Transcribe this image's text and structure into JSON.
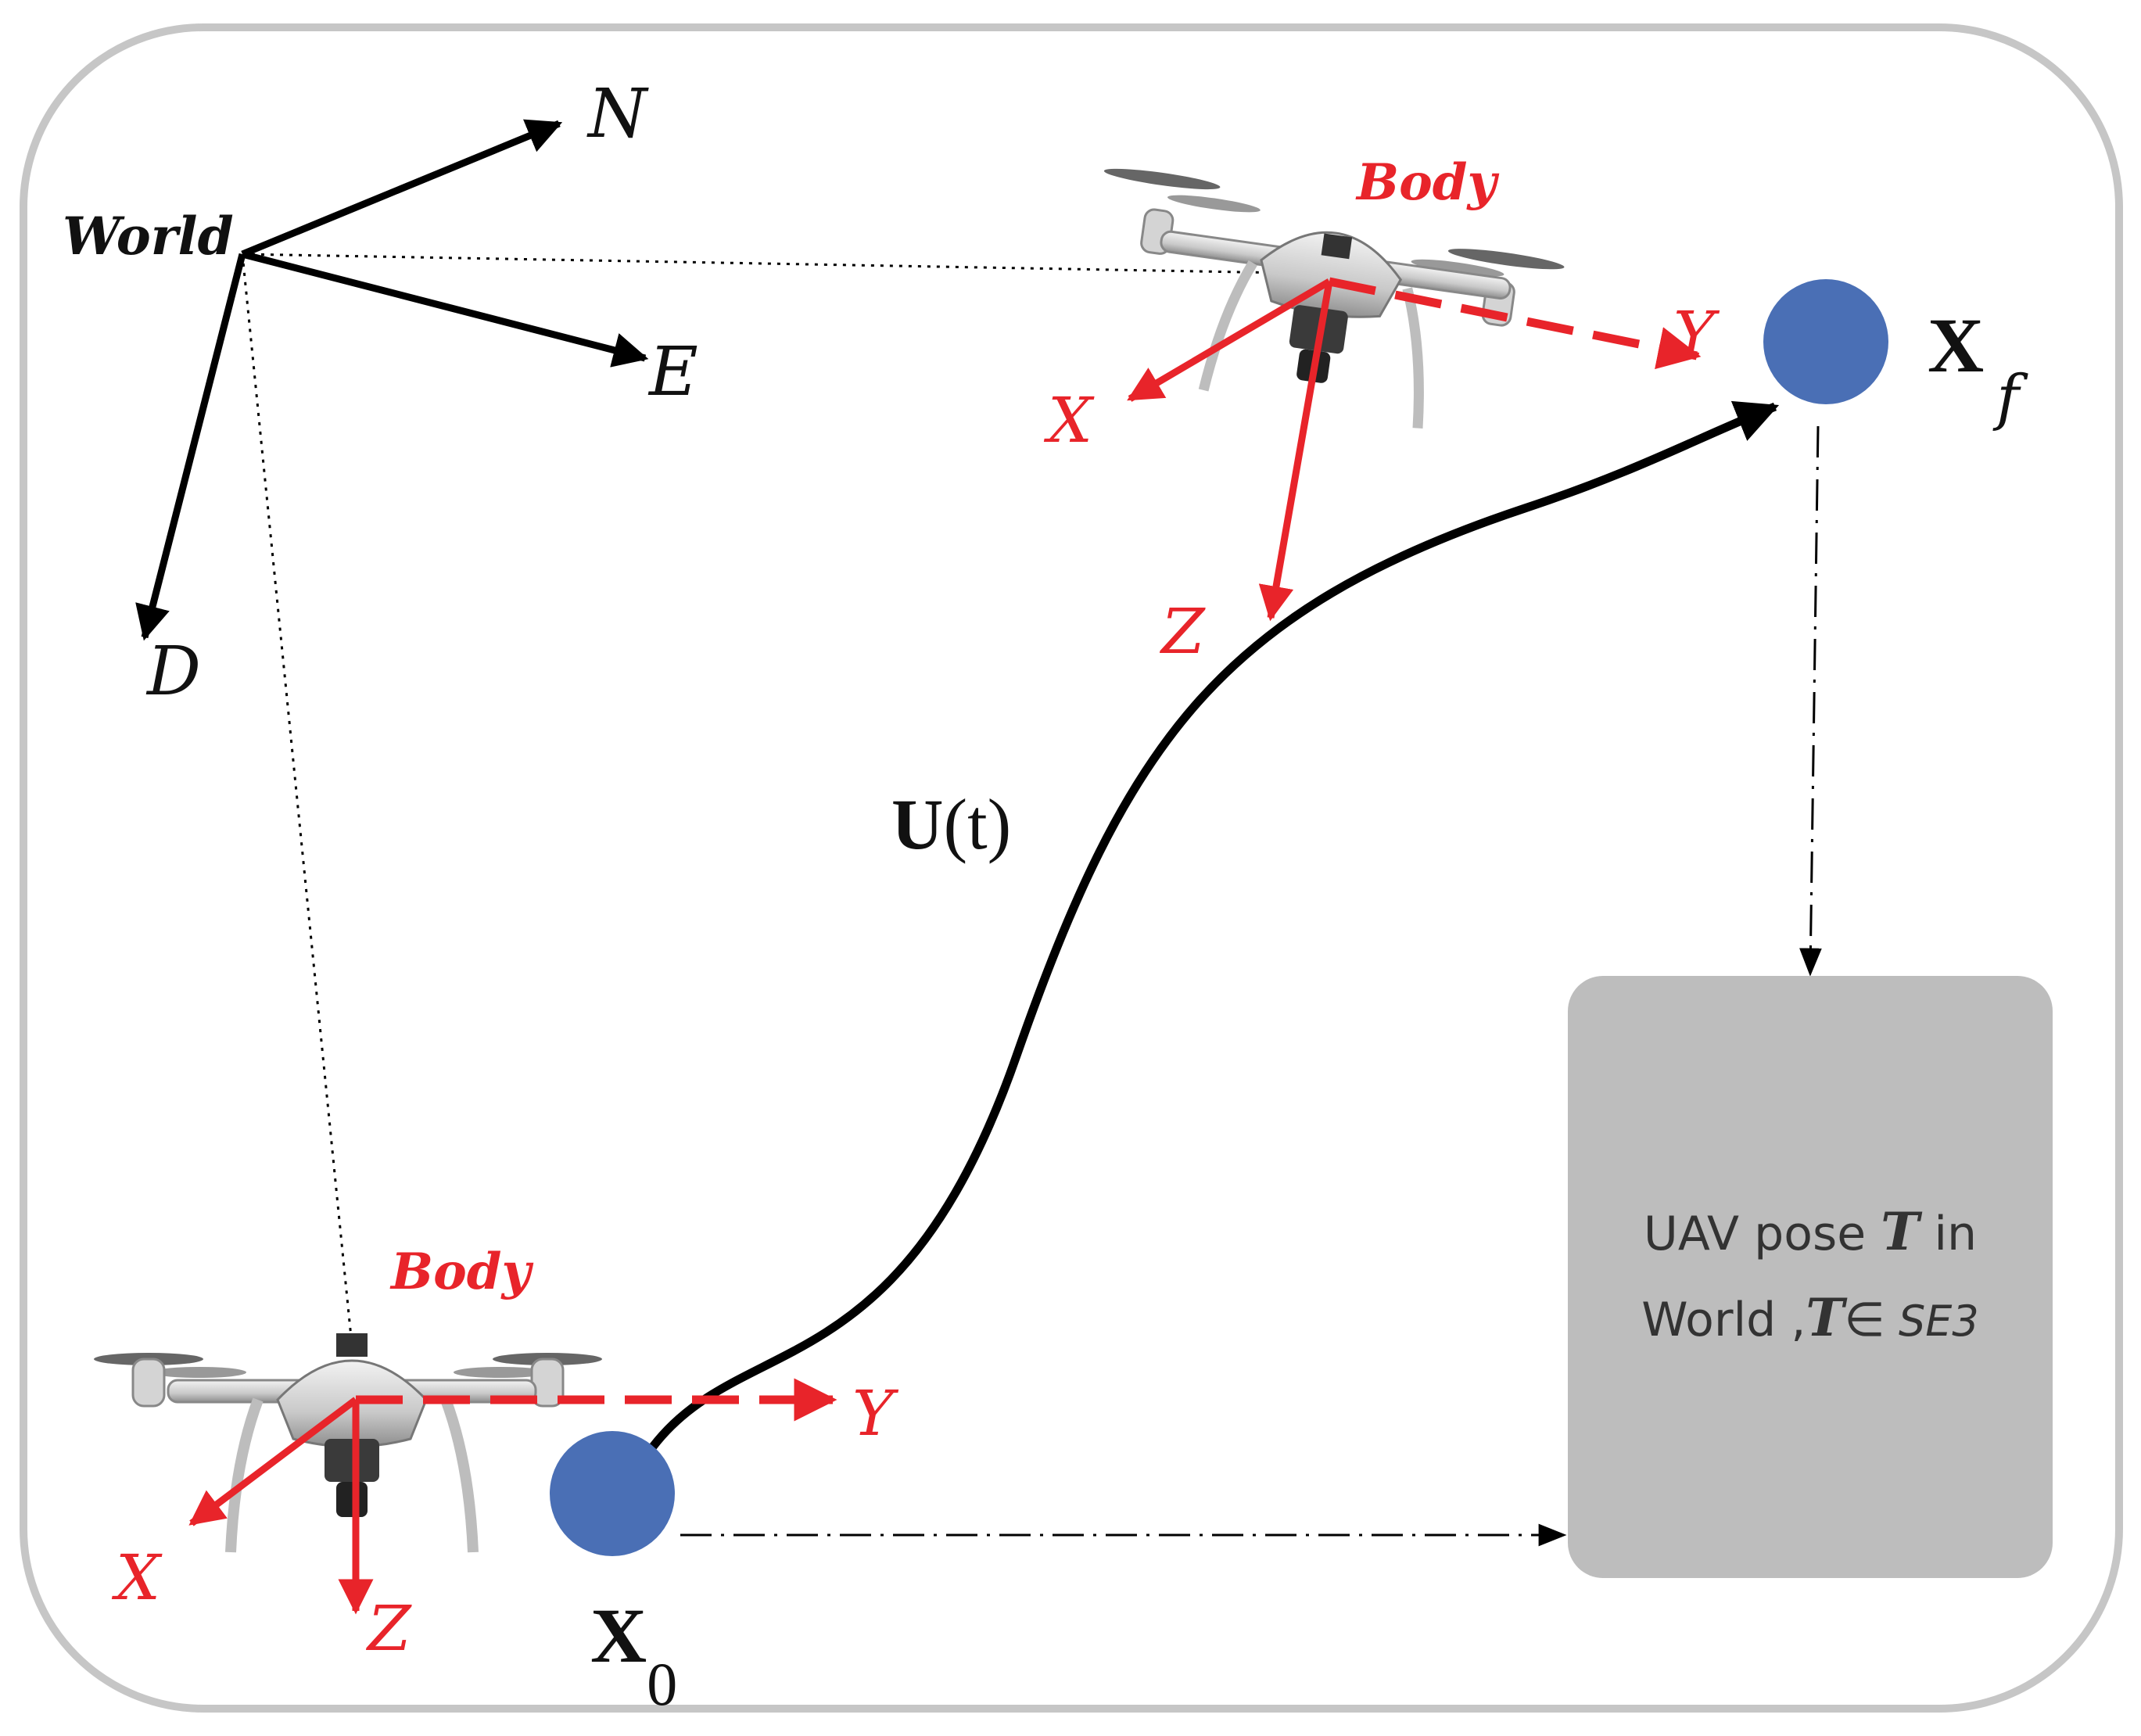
{
  "world_frame": {
    "label": "World",
    "axes": {
      "north": "N",
      "east": "E",
      "down": "D"
    }
  },
  "start_drone": {
    "frame_label": "Body",
    "axes": {
      "x": "X",
      "y": "Y",
      "z": "Z"
    }
  },
  "goal_drone": {
    "frame_label": "Body",
    "axes": {
      "x": "X",
      "y": "Y",
      "z": "Z"
    }
  },
  "start_state": {
    "symbol": "X",
    "subscript": "0"
  },
  "goal_state": {
    "symbol": "X",
    "subscript": "f"
  },
  "control_input": {
    "symbol": "U",
    "argument": "(t)"
  },
  "pose_box": {
    "line1_prefix": "UAV pose ",
    "line1_symbol": "T",
    "line1_suffix": " in",
    "line2_prefix": "World ,",
    "line2_symbol": "T",
    "line2_member": "∈",
    "line2_group": " SE3"
  },
  "colors": {
    "frame_border": "#c6c6c6",
    "state_node": "#4a6fb5",
    "body_axes": "#e8242a",
    "pose_box_fill": "#bdbdbd",
    "ink": "#000000"
  }
}
